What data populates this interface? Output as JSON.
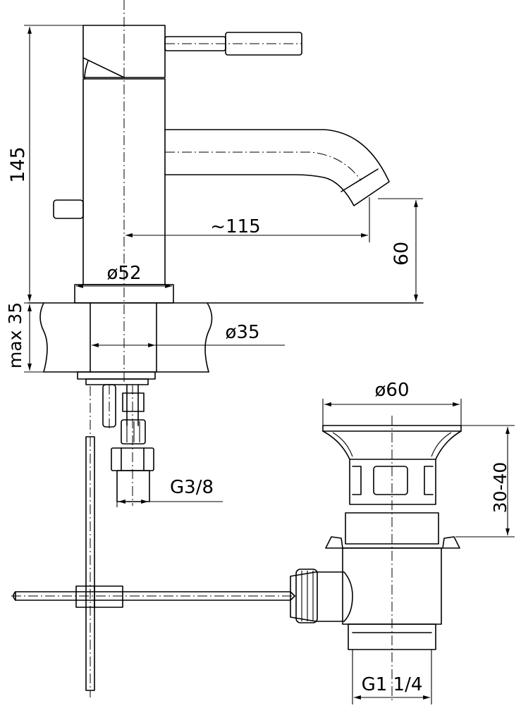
{
  "dimensions": {
    "height_total": "145",
    "spout_reach": "~115",
    "spout_height": "60",
    "base_diameter": "ø52",
    "max_thickness": "max 35",
    "hole_diameter": "ø35",
    "connection_thread": "G3/8",
    "waste_diameter": "ø60",
    "waste_adjust": "30-40",
    "waste_thread": "G1 1/4"
  }
}
